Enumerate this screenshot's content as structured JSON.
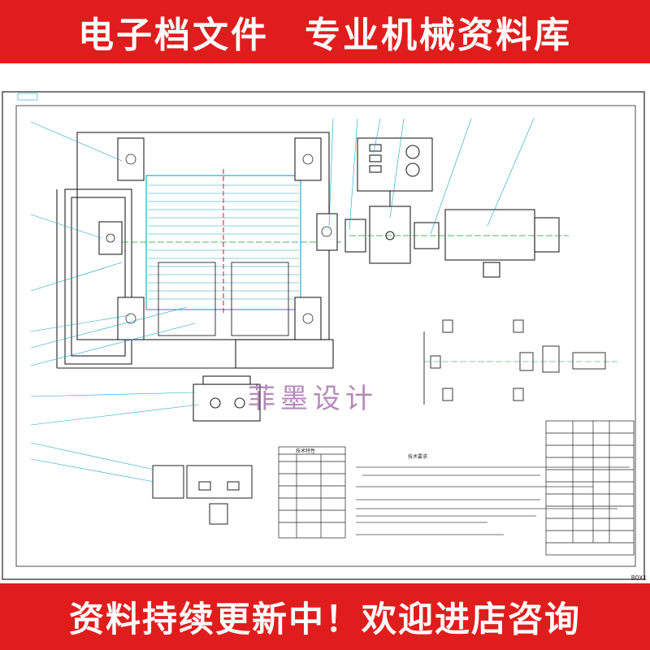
{
  "header": {
    "left_text": "电子档文件",
    "right_text": "专业机械资料库"
  },
  "footer": {
    "text": "资料持续更新中！欢迎进店咨询"
  },
  "drawing": {
    "watermark": "菲墨设计",
    "tech_requirements_title": "技术要求",
    "mid_table_title": "技术特性",
    "corner_code": "BOX1"
  },
  "colors": {
    "banner": "#e01d1d",
    "line_cyan": "#1aa0c8",
    "line_dark": "#222222",
    "line_green": "#1a9a3a"
  }
}
